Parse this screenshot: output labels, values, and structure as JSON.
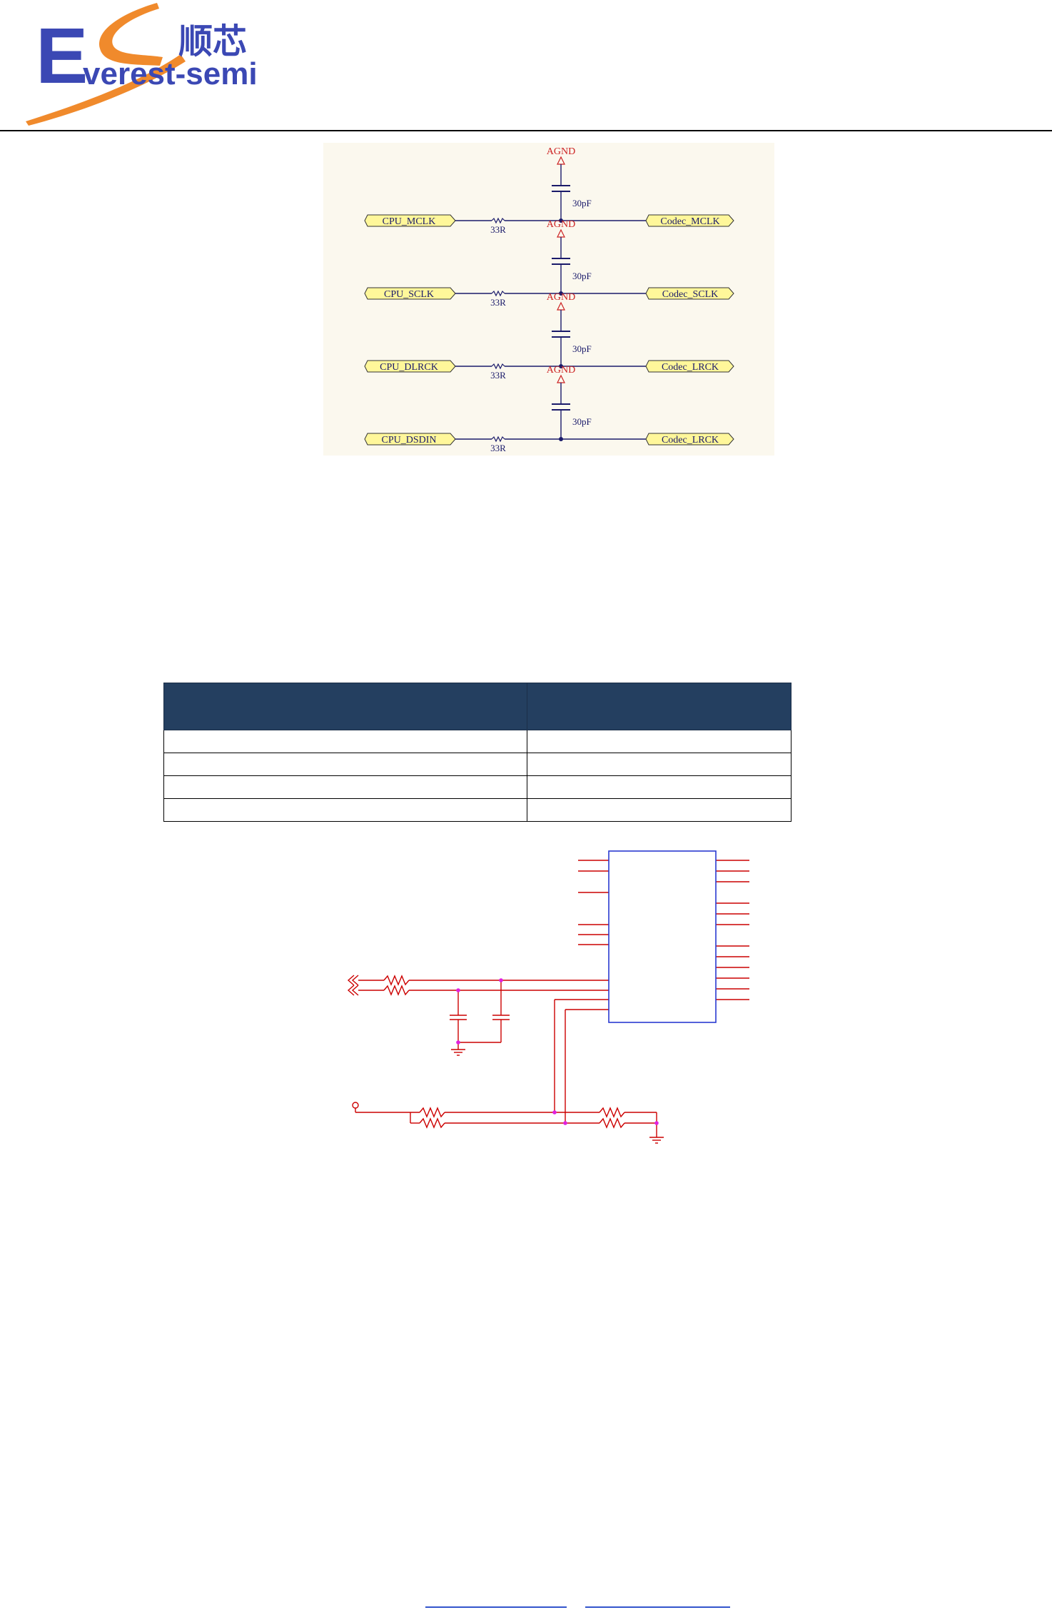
{
  "header": {
    "logo_letters": "ES",
    "logo_cn": "顺芯",
    "logo_en": "verest-semi",
    "brand_blue": "#3b48b4",
    "brand_orange": "#f08a2c"
  },
  "schematic_clock": {
    "ground_label": "AGND",
    "cap_value": "30pF",
    "res_value": "33R",
    "background": "#fbf8ee",
    "rows": [
      {
        "left": "CPU_MCLK",
        "right": "Codec_MCLK"
      },
      {
        "left": "CPU_SCLK",
        "right": "Codec_SCLK"
      },
      {
        "left": "CPU_DLRCK",
        "right": "Codec_LRCK"
      },
      {
        "left": "CPU_DSDIN",
        "right": "Codec_LRCK"
      }
    ]
  },
  "table": {
    "header_color": "#243f60",
    "columns": [
      "",
      ""
    ],
    "rows": [
      [
        "",
        ""
      ],
      [
        "",
        ""
      ],
      [
        "",
        ""
      ],
      [
        "",
        ""
      ]
    ]
  },
  "schematic_ic": {
    "wire_color": "#cc0000",
    "chip_color": "#2a3ad0",
    "junction_color": "#e020e0"
  }
}
